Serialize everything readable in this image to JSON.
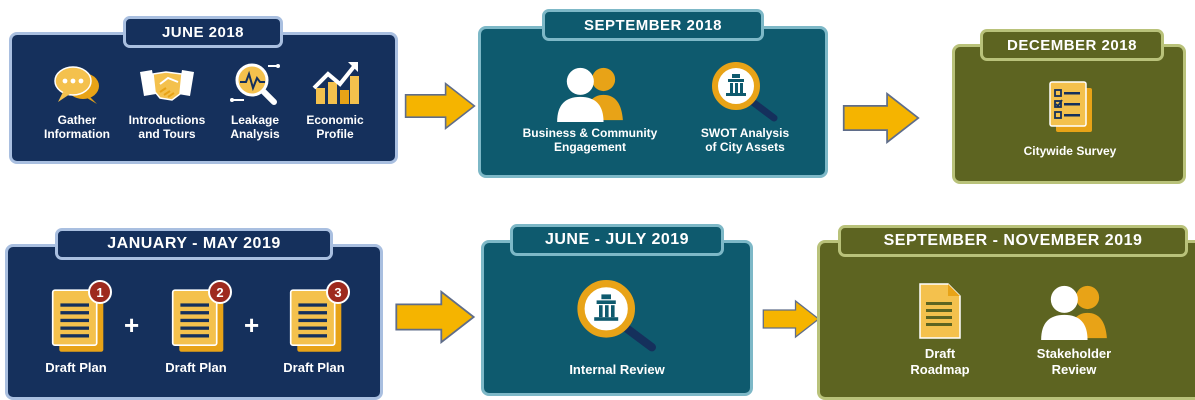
{
  "row1": {
    "june2018": {
      "title": "JUNE 2018",
      "items": [
        {
          "line1": "Gather",
          "line2": "Information",
          "icon": "chat-bubbles-icon"
        },
        {
          "line1": "Introductions",
          "line2": "and Tours",
          "icon": "handshake-icon"
        },
        {
          "line1": "Leakage",
          "line2": "Analysis",
          "icon": "analysis-magnifier-icon"
        },
        {
          "line1": "Economic",
          "line2": "Profile",
          "icon": "growth-chart-icon"
        }
      ]
    },
    "sept2018": {
      "title": "SEPTEMBER 2018",
      "items": [
        {
          "line1": "Business & Community",
          "line2": "Engagement",
          "icon": "people-icon"
        },
        {
          "line1": "SWOT Analysis",
          "line2": "of City Assets",
          "icon": "city-magnifier-icon"
        }
      ]
    },
    "dec2018": {
      "title": "DECEMBER 2018",
      "items": [
        {
          "line1": "Citywide Survey",
          "line2": "",
          "icon": "survey-checklist-icon"
        }
      ]
    }
  },
  "row2": {
    "janmay2019": {
      "title": "JANUARY - MAY 2019",
      "items": [
        {
          "label": "Draft Plan",
          "badge": "1",
          "icon": "document-icon"
        },
        {
          "label": "Draft Plan",
          "badge": "2",
          "icon": "document-icon"
        },
        {
          "label": "Draft Plan",
          "badge": "3",
          "icon": "document-icon"
        }
      ],
      "plus": "+"
    },
    "junejuly2019": {
      "title": "JUNE - JULY 2019",
      "items": [
        {
          "line1": "Internal Review",
          "line2": "",
          "icon": "city-magnifier-icon"
        }
      ]
    },
    "septnov2019": {
      "title": "SEPTEMBER - NOVEMBER  2019",
      "items": [
        {
          "line1": "Draft",
          "line2": "Roadmap",
          "icon": "document-icon"
        },
        {
          "line1": "Stakeholder",
          "line2": "Review",
          "icon": "people-icon"
        }
      ]
    }
  },
  "colors": {
    "navy": "#15305c",
    "teal": "#0e5a6e",
    "olive": "#5d6421",
    "arrow": "#f5b400",
    "icon_gold": "#e8a317"
  }
}
